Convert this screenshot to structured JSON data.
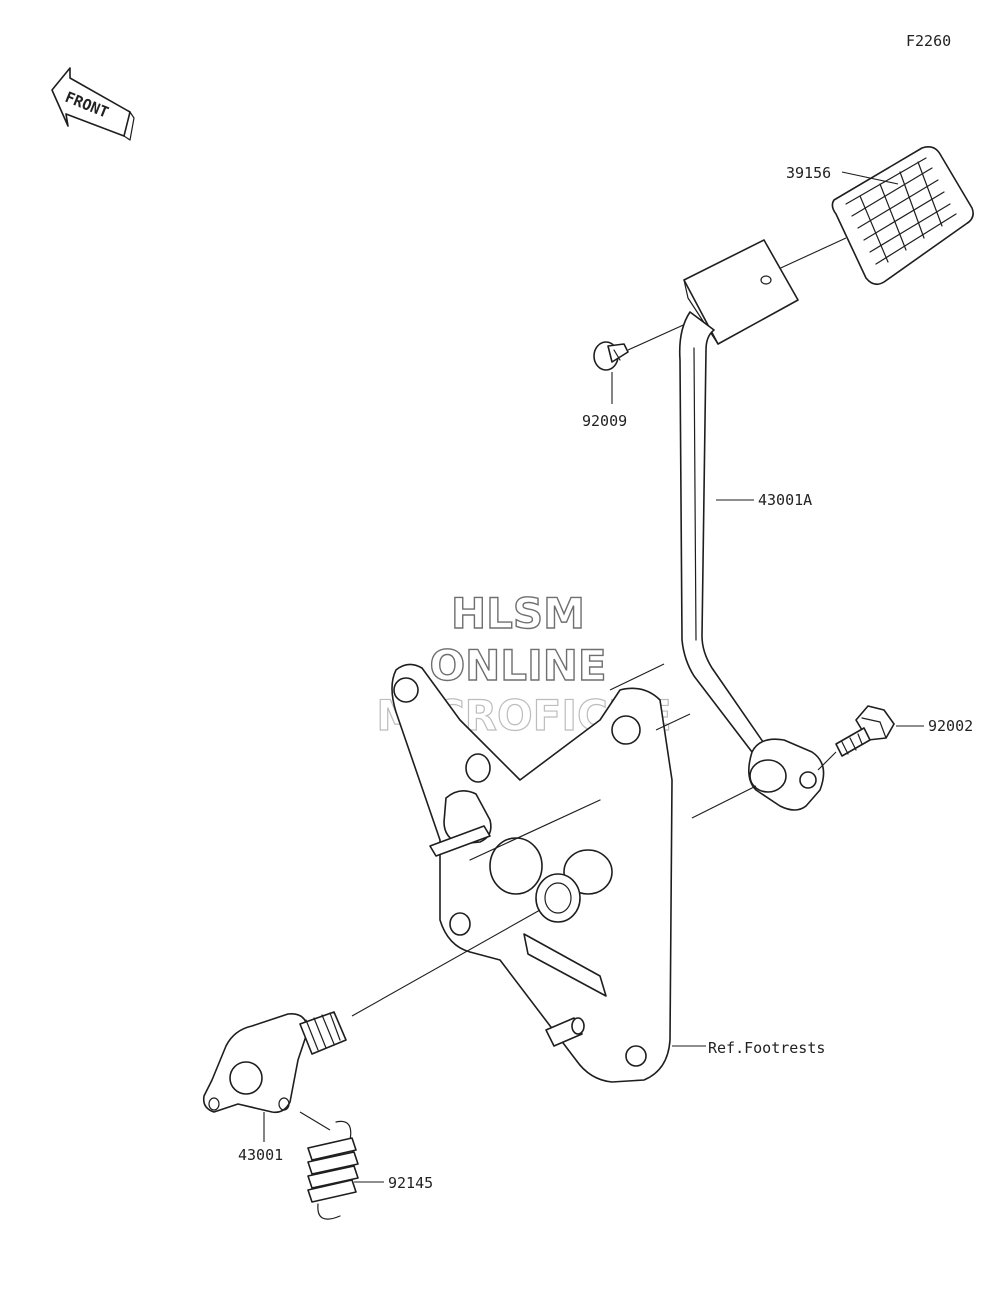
{
  "diagram_code": "F2260",
  "front_arrow": {
    "label": "FRONT"
  },
  "watermark": {
    "line1": "HLSM",
    "line2": "ONLINE",
    "line3": "MICROFICHE"
  },
  "parts": [
    {
      "id": "39156",
      "label": "39156"
    },
    {
      "id": "92009",
      "label": "92009"
    },
    {
      "id": "43001A",
      "label": "43001A"
    },
    {
      "id": "92002",
      "label": "92002"
    },
    {
      "id": "ref-footrests",
      "label": "Ref.Footrests"
    },
    {
      "id": "43001",
      "label": "43001"
    },
    {
      "id": "92145",
      "label": "92145"
    }
  ]
}
